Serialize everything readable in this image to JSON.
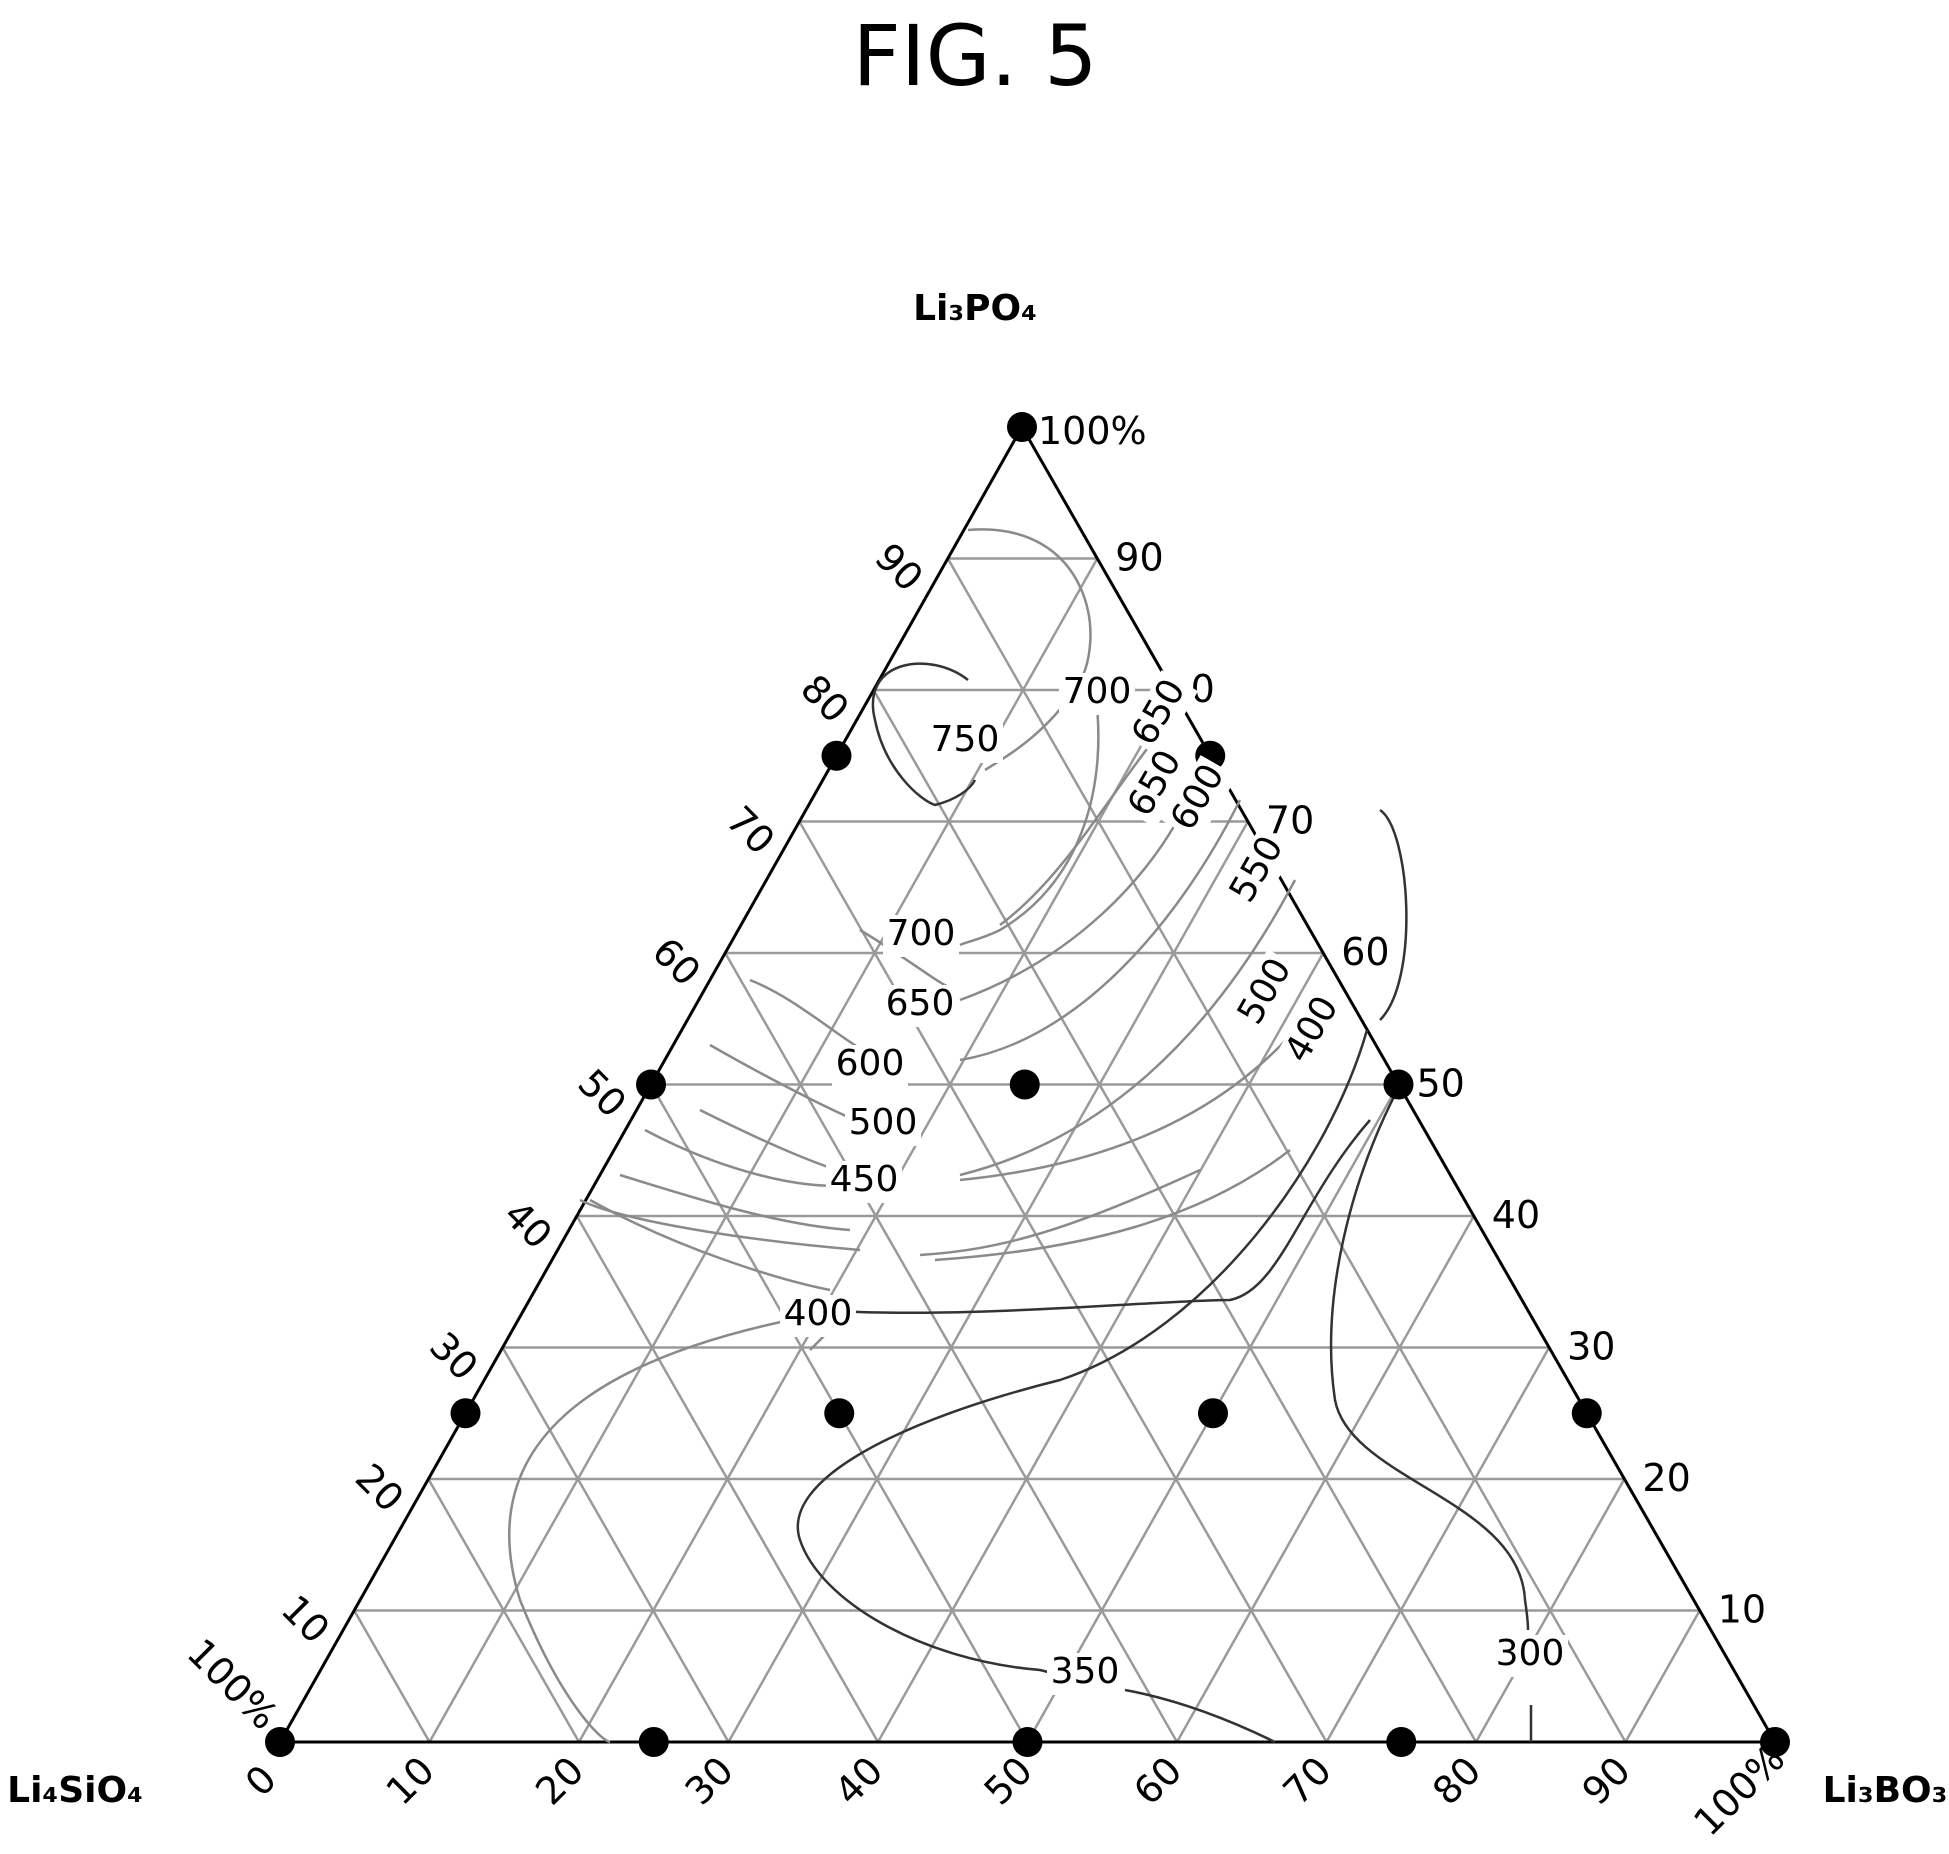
{
  "figure": {
    "title": "FIG. 5"
  },
  "chart_data": {
    "type": "ternary",
    "components": {
      "top": "Li₃PO₄",
      "left": "Li₄SiO₄",
      "right": "Li₃BO₃"
    },
    "vertex_percent_label": "100%",
    "left_edge_ticks": [
      "10",
      "20",
      "30",
      "40",
      "50",
      "60",
      "70",
      "80",
      "90"
    ],
    "right_edge_ticks": [
      "90",
      "0",
      "70",
      "60",
      "50",
      "40",
      "30",
      "20",
      "10"
    ],
    "bottom_edge_ticks": [
      "0",
      "10",
      "20",
      "30",
      "40",
      "50",
      "60",
      "70",
      "80",
      "90"
    ],
    "contour_labels": [
      "750",
      "700",
      "650",
      "650",
      "700",
      "650",
      "600",
      "600",
      "550",
      "500",
      "500",
      "450",
      "400",
      "400",
      "350",
      "300"
    ],
    "composition_points": [
      {
        "Li3PO4": 100,
        "Li3BO3": 0
      },
      {
        "Li3PO4": 75,
        "Li3BO3": 0
      },
      {
        "Li3PO4": 75,
        "Li3BO3": 25
      },
      {
        "Li3PO4": 50,
        "Li3BO3": 0
      },
      {
        "Li3PO4": 50,
        "Li3BO3": 25
      },
      {
        "Li3PO4": 50,
        "Li3BO3": 50
      },
      {
        "Li3PO4": 25,
        "Li3BO3": 0
      },
      {
        "Li3PO4": 25,
        "Li3BO3": 25
      },
      {
        "Li3PO4": 25,
        "Li3BO3": 50
      },
      {
        "Li3PO4": 25,
        "Li3BO3": 75
      },
      {
        "Li3PO4": 0,
        "Li3BO3": 0
      },
      {
        "Li3PO4": 0,
        "Li3BO3": 25
      },
      {
        "Li3PO4": 0,
        "Li3BO3": 50
      },
      {
        "Li3PO4": 0,
        "Li3BO3": 75
      },
      {
        "Li3PO4": 0,
        "Li3BO3": 100
      }
    ]
  }
}
